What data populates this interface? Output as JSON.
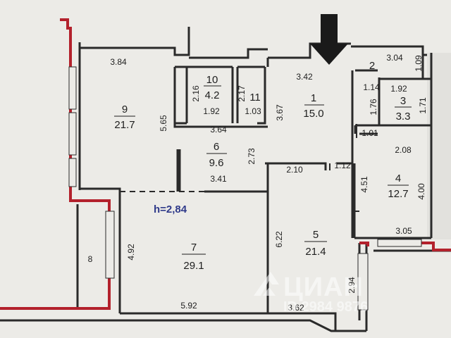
{
  "plan": {
    "ceiling_height": "h=2,84",
    "watermark": {
      "brand": "ЦИАН",
      "id": "ID 2984 9876"
    },
    "rooms": [
      {
        "no": "1",
        "area": "15.0"
      },
      {
        "no": "2",
        "area": ""
      },
      {
        "no": "3",
        "area": "3.3"
      },
      {
        "no": "4",
        "area": "12.7"
      },
      {
        "no": "5",
        "area": "21.4"
      },
      {
        "no": "6",
        "area": "9.6"
      },
      {
        "no": "7",
        "area": "29.1"
      },
      {
        "no": "8",
        "area": ""
      },
      {
        "no": "9",
        "area": "21.7"
      },
      {
        "no": "10",
        "area": "4.2"
      },
      {
        "no": "11",
        "area": ""
      }
    ],
    "dimensions": {
      "d_3_84": "3.84",
      "d_5_65": "5.65",
      "d_2_16": "2.16",
      "d_1_92a": "1.92",
      "d_2_17": "2.17",
      "d_1_03": "1.03",
      "d_3_42": "3.42",
      "d_3_67": "3.67",
      "d_3_64": "3.64",
      "d_2_73": "2.73",
      "d_3_41": "3.41",
      "d_2_10": "2.10",
      "d_1_12": "1.12",
      "d_4_51": "4.51",
      "d_4_00": "4.00",
      "d_3_04": "3.04",
      "d_1_09": "1.09",
      "d_1_14": "1.14",
      "d_1_92b": "1.92",
      "d_1_76": "1.76",
      "d_1_71": "1.71",
      "d_1_01": "1.01",
      "d_2_08": "2.08",
      "d_3_05": "3.05",
      "d_4_92": "4.92",
      "d_5_92": "5.92",
      "d_6_22": "6.22",
      "d_3_62": "3.62",
      "d_2_94": "2.94"
    },
    "colors": {
      "wall": "#2a2a2a",
      "exterior": "#b3212c",
      "paper": "#ecebe7",
      "height_text": "#2f3a8a"
    },
    "icons": {
      "entrance": "entrance-arrow-icon"
    }
  }
}
